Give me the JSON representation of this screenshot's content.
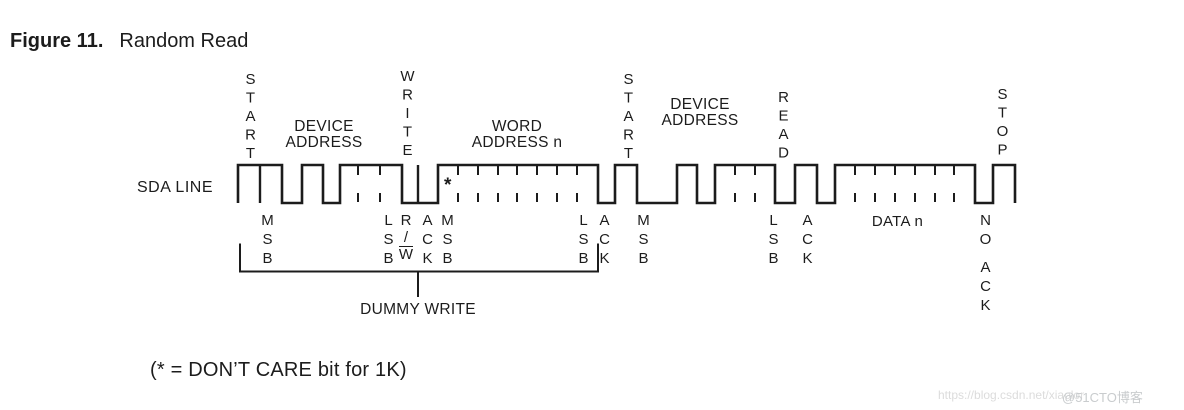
{
  "colors": {
    "ink": "#1c1c1c",
    "bg": "#ffffff",
    "watermark1": "#dcdcdc",
    "watermark2": "#c9ccce"
  },
  "figure": {
    "label": "Figure 11.",
    "title": "Random Read"
  },
  "signal": {
    "name": "SDA LINE"
  },
  "top_labels": {
    "start1": "START",
    "write": "WRITE",
    "start2": "START",
    "read": "READ",
    "stop": "STOP"
  },
  "fields": {
    "device_address_1": [
      "DEVICE",
      "ADDRESS"
    ],
    "word_address": [
      "WORD",
      "ADDRESS n"
    ],
    "device_address_2": [
      "DEVICE",
      "ADDRESS"
    ]
  },
  "bottom_labels": {
    "msb1": "MSB",
    "lsb1": "LSB",
    "rw_r": "R",
    "rw_slash": "/",
    "rw_w": "W",
    "ack1": "ACK",
    "msb2": "MSB",
    "lsb2": "LSB",
    "ack2": "ACK",
    "msb3": "MSB",
    "lsb3": "LSB",
    "ack3": "ACK",
    "data_n": "DATA n",
    "no": "NO",
    "no_ack": "ACK"
  },
  "annotations": {
    "dummy_write": "DUMMY WRITE",
    "star": "*",
    "footnote": "(* = DON’T CARE bit for 1K)"
  },
  "watermark": {
    "url": "https://blog.csdn.net/xiaolor",
    "badge": "@51CTO博客"
  }
}
